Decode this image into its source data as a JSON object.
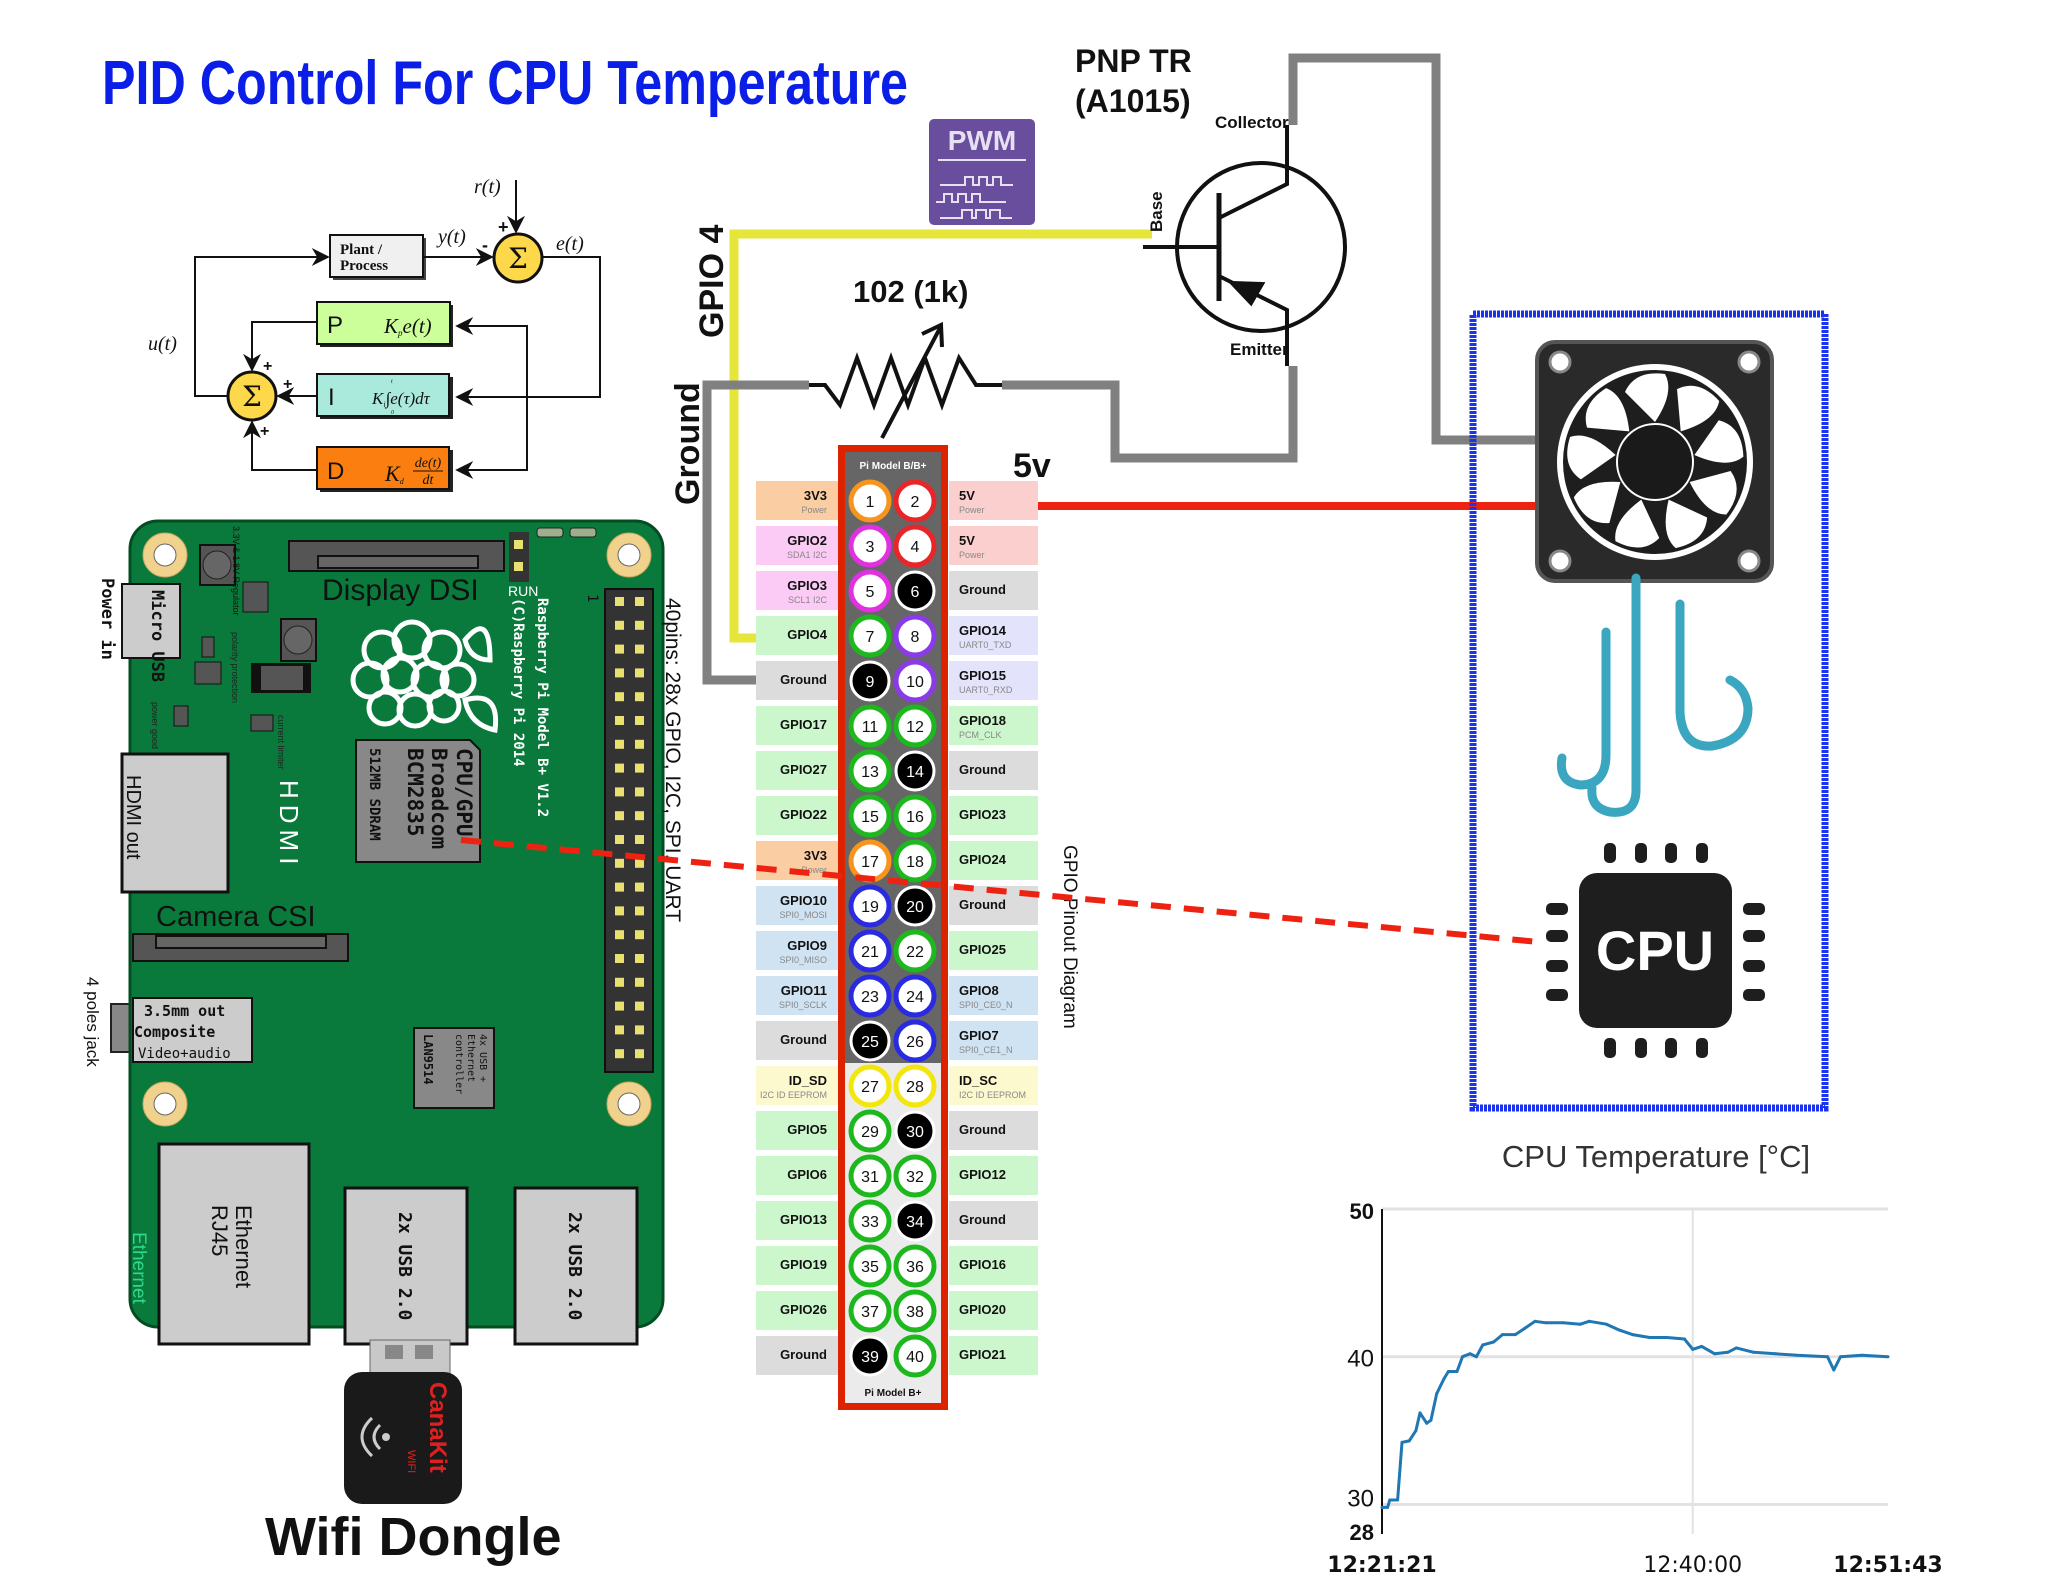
{
  "title": "PID Control For CPU Temperature",
  "colors": {
    "title": "#0a1ee8",
    "board": "#0a7a3c",
    "wire_signal": "#e6e63a",
    "wire_ground": "#808080",
    "wire_5v": "#ee2211",
    "cpu_link": "#ee2211",
    "fan_box": "#1a33ee",
    "airflow": "#3aa6c0",
    "chart_line": "#1f77b4",
    "header_frame": "#dd2200"
  },
  "pid": {
    "plant_line1": "Plant /",
    "plant_line2": "Process",
    "r": "r(t)",
    "y": "y(t)",
    "e": "e(t)",
    "u": "u(t)",
    "sigma": "Σ",
    "plus": "+",
    "minus": "-",
    "p_label": "P",
    "i_label": "I",
    "d_label": "D",
    "p_formula": {
      "k": "K",
      "sub": "p",
      "rest": "e(t)"
    },
    "i_formula": {
      "k": "K",
      "sub": "i",
      "rest": "∫e(τ)dτ",
      "upper": "t",
      "lower": "0"
    },
    "d_formula": {
      "k": "K",
      "sub": "d",
      "num": "de(t)",
      "den": "dt"
    }
  },
  "board": {
    "display_dsi": "Display DSI",
    "run": "RUN",
    "model": "Raspberry Pi Model B+ V1.2",
    "copyright": "(C)Raspberry Pi 2014",
    "pin1_marker": "1",
    "micro_usb": "Micro USB",
    "power_in": "Power in",
    "regulator": "3.3V & 1.8V Regulator",
    "polarity": "polarity protection",
    "power_good": "power good",
    "current_limiter": "current limiter",
    "hdmi_out": "HDMI out",
    "hdmi": "HDMI",
    "cpu_line1": "CPU/GPU",
    "cpu_line2": "Broadcom",
    "cpu_line3": "BCM2835",
    "cpu_line4": "512MB SDRAM",
    "camera_csi": "Camera CSI",
    "pins_desc": "40pins: 28x GPIO, I2C, SPI, UART",
    "audio_line1": "3.5mm out",
    "audio_line2": "Composite",
    "audio_line3": "Video+audio",
    "jack": "4 poles jack",
    "lan_line1": "4x USB +",
    "lan_line2": "Ethernet",
    "lan_line3": "controller",
    "lan_chip": "LAN9514",
    "ethernet_port_line1": "Ethernet",
    "ethernet_port_line2": "RJ45",
    "ethernet_label": "Ethernet",
    "usb1": "2x USB 2.0",
    "usb2": "2x USB 2.0"
  },
  "dongle": {
    "label": "Wifi Dongle",
    "brand": "CanaKit",
    "brand_sub": "WIFI"
  },
  "circuit": {
    "gpio4_label": "GPIO 4",
    "ground_label": "Ground",
    "resistor_label": "102 (1k)",
    "pwm_label": "PWM",
    "transistor_line1": "PNP TR",
    "transistor_line2": "(A1015)",
    "collector": "Collector",
    "base": "Base",
    "emitter": "Emitter",
    "v5_label": "5v"
  },
  "header": {
    "top_label": "Pi Model B/B+",
    "bottom_label": "Pi Model B+",
    "side_label": "GPIO Pinout Diagram",
    "types": {
      "p3": {
        "bg": "#fbcda3",
        "ring": "#f7941d"
      },
      "p5": {
        "bg": "#fccfcf",
        "ring": "#e8262a"
      },
      "gnd": {
        "bg": "#dcdcdc",
        "ring": "#000000"
      },
      "gpio": {
        "bg": "#ccf7cc",
        "ring": "#1db81d"
      },
      "i2c": {
        "bg": "#fbcaf5",
        "ring": "#e030e0"
      },
      "uart": {
        "bg": "#e3e3fb",
        "ring": "#8a3ae6"
      },
      "spi": {
        "bg": "#cfe3f3",
        "ring": "#2a2ae0"
      },
      "eeprom": {
        "bg": "#fcf9cf",
        "ring": "#f2e60c"
      }
    },
    "rows": [
      {
        "l": {
          "pin": "1",
          "name": "3V3",
          "sub": "Power",
          "t": "p3"
        },
        "r": {
          "pin": "2",
          "name": "5V",
          "sub": "Power",
          "t": "p5"
        }
      },
      {
        "l": {
          "pin": "3",
          "name": "GPIO2",
          "sub": "SDA1 I2C",
          "t": "i2c"
        },
        "r": {
          "pin": "4",
          "name": "5V",
          "sub": "Power",
          "t": "p5"
        }
      },
      {
        "l": {
          "pin": "5",
          "name": "GPIO3",
          "sub": "SCL1 I2C",
          "t": "i2c"
        },
        "r": {
          "pin": "6",
          "name": "Ground",
          "sub": "",
          "t": "gnd"
        }
      },
      {
        "l": {
          "pin": "7",
          "name": "GPIO4",
          "sub": "",
          "t": "gpio"
        },
        "r": {
          "pin": "8",
          "name": "GPIO14",
          "sub": "UART0_TXD",
          "t": "uart"
        }
      },
      {
        "l": {
          "pin": "9",
          "name": "Ground",
          "sub": "",
          "t": "gnd"
        },
        "r": {
          "pin": "10",
          "name": "GPIO15",
          "sub": "UART0_RXD",
          "t": "uart"
        }
      },
      {
        "l": {
          "pin": "11",
          "name": "GPIO17",
          "sub": "",
          "t": "gpio"
        },
        "r": {
          "pin": "12",
          "name": "GPIO18",
          "sub": "PCM_CLK",
          "t": "gpio"
        }
      },
      {
        "l": {
          "pin": "13",
          "name": "GPIO27",
          "sub": "",
          "t": "gpio"
        },
        "r": {
          "pin": "14",
          "name": "Ground",
          "sub": "",
          "t": "gnd"
        }
      },
      {
        "l": {
          "pin": "15",
          "name": "GPIO22",
          "sub": "",
          "t": "gpio"
        },
        "r": {
          "pin": "16",
          "name": "GPIO23",
          "sub": "",
          "t": "gpio"
        }
      },
      {
        "l": {
          "pin": "17",
          "name": "3V3",
          "sub": "Power",
          "t": "p3"
        },
        "r": {
          "pin": "18",
          "name": "GPIO24",
          "sub": "",
          "t": "gpio"
        }
      },
      {
        "l": {
          "pin": "19",
          "name": "GPIO10",
          "sub": "SPI0_MOSI",
          "t": "spi"
        },
        "r": {
          "pin": "20",
          "name": "Ground",
          "sub": "",
          "t": "gnd"
        }
      },
      {
        "l": {
          "pin": "21",
          "name": "GPIO9",
          "sub": "SPI0_MISO",
          "t": "spi"
        },
        "r": {
          "pin": "22",
          "name": "GPIO25",
          "sub": "",
          "t": "gpio"
        }
      },
      {
        "l": {
          "pin": "23",
          "name": "GPIO11",
          "sub": "SPI0_SCLK",
          "t": "spi"
        },
        "r": {
          "pin": "24",
          "name": "GPIO8",
          "sub": "SPI0_CE0_N",
          "t": "spi"
        }
      },
      {
        "l": {
          "pin": "25",
          "name": "Ground",
          "sub": "",
          "t": "gnd"
        },
        "r": {
          "pin": "26",
          "name": "GPIO7",
          "sub": "SPI0_CE1_N",
          "t": "spi"
        }
      },
      {
        "l": {
          "pin": "27",
          "name": "ID_SD",
          "sub": "I2C ID EEPROM",
          "t": "eeprom"
        },
        "r": {
          "pin": "28",
          "name": "ID_SC",
          "sub": "I2C ID EEPROM",
          "t": "eeprom"
        }
      },
      {
        "l": {
          "pin": "29",
          "name": "GPIO5",
          "sub": "",
          "t": "gpio"
        },
        "r": {
          "pin": "30",
          "name": "Ground",
          "sub": "",
          "t": "gnd"
        }
      },
      {
        "l": {
          "pin": "31",
          "name": "GPIO6",
          "sub": "",
          "t": "gpio"
        },
        "r": {
          "pin": "32",
          "name": "GPIO12",
          "sub": "",
          "t": "gpio"
        }
      },
      {
        "l": {
          "pin": "33",
          "name": "GPIO13",
          "sub": "",
          "t": "gpio"
        },
        "r": {
          "pin": "34",
          "name": "Ground",
          "sub": "",
          "t": "gnd"
        }
      },
      {
        "l": {
          "pin": "35",
          "name": "GPIO19",
          "sub": "",
          "t": "gpio"
        },
        "r": {
          "pin": "36",
          "name": "GPIO16",
          "sub": "",
          "t": "gpio"
        }
      },
      {
        "l": {
          "pin": "37",
          "name": "GPIO26",
          "sub": "",
          "t": "gpio"
        },
        "r": {
          "pin": "38",
          "name": "GPIO20",
          "sub": "",
          "t": "gpio"
        }
      },
      {
        "l": {
          "pin": "39",
          "name": "Ground",
          "sub": "",
          "t": "gnd"
        },
        "r": {
          "pin": "40",
          "name": "GPIO21",
          "sub": "",
          "t": "gpio"
        }
      }
    ]
  },
  "cpu_icon": {
    "label": "CPU"
  },
  "chart_data": {
    "type": "line",
    "title": "CPU Temperature [°C]",
    "xlabel": "",
    "ylabel": "",
    "ylim": [
      28,
      50
    ],
    "xlim": [
      "12:21:21",
      "12:51:43"
    ],
    "yticks": [
      "50",
      "40",
      "30",
      "28"
    ],
    "xticks": [
      "12:21:21",
      "12:40:00",
      "12:51:43"
    ],
    "grid": true,
    "series": [
      {
        "x": [
          "12:21:21",
          "12:21:41",
          "12:21:49",
          "12:22:17",
          "12:22:33",
          "12:22:59",
          "12:23:23",
          "12:23:38",
          "12:24:02",
          "12:24:17",
          "12:24:38",
          "12:25:04",
          "12:25:20",
          "12:25:51",
          "12:26:11",
          "12:26:38",
          "12:27:01",
          "12:27:24",
          "12:28:03",
          "12:28:35",
          "12:29:21",
          "12:29:53",
          "12:30:32",
          "12:31:11",
          "12:32:13",
          "12:33:15",
          "12:33:47",
          "12:34:49",
          "12:35:36",
          "12:36:23",
          "12:37:25",
          "12:38:27",
          "12:39:30",
          "12:40:00",
          "12:40:32",
          "12:41:19",
          "12:42:06",
          "12:42:37",
          "12:43:39",
          "12:44:58",
          "12:46:15",
          "12:48:05",
          "12:48:28",
          "12:48:52",
          "12:50:09",
          "12:51:43"
        ],
        "y": [
          29.8,
          29.8,
          30.3,
          30.3,
          34.2,
          34.3,
          35.0,
          36.2,
          35.5,
          35.7,
          37.5,
          38.5,
          39.0,
          39.0,
          40.0,
          40.2,
          40.0,
          40.8,
          41.0,
          41.5,
          41.5,
          41.9,
          42.4,
          42.3,
          42.3,
          42.2,
          42.4,
          42.2,
          41.8,
          41.5,
          41.3,
          41.3,
          41.2,
          40.5,
          40.7,
          40.2,
          40.3,
          40.6,
          40.3,
          40.2,
          40.1,
          40.0,
          39.1,
          40.0,
          40.1,
          40.0
        ]
      }
    ]
  }
}
